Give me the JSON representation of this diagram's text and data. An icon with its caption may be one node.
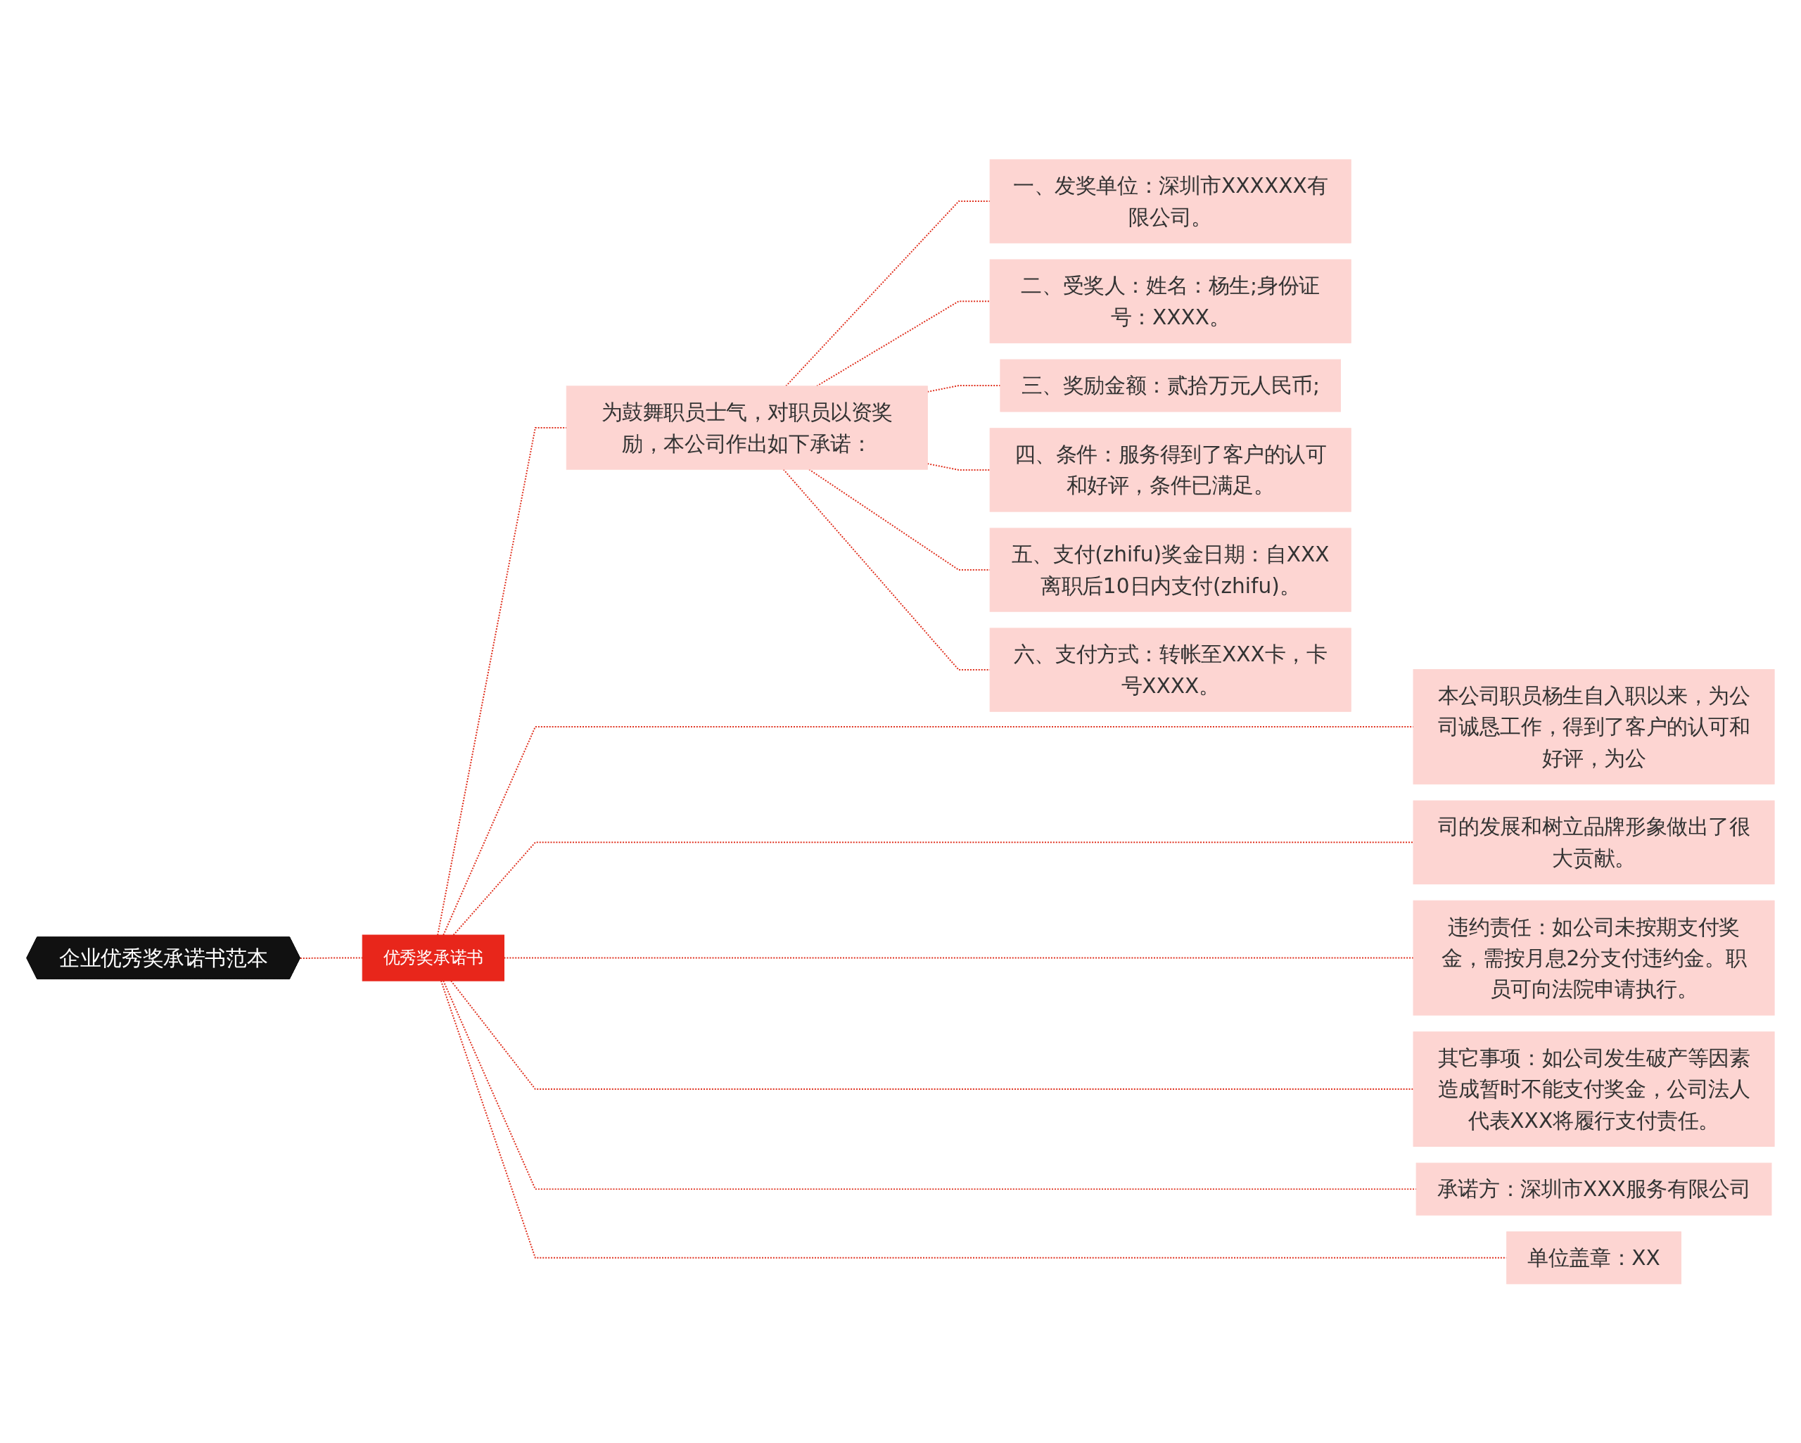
{
  "diagram": {
    "nodes": [
      {
        "text": [
          "企业优秀奖承诺书范本"
        ]
      },
      {
        "text": [
          "优秀奖承诺书"
        ]
      },
      {
        "text": [
          "本公司职员杨生自入职以来，为公司诚恳工作，得到了客户的认可和好评，为公"
        ]
      },
      {
        "text": [
          "司的发展和树立品牌形象做出了很大贡献。"
        ]
      },
      {
        "text": [
          "为鼓舞职员士气，对职员以资奖励，本公司作出如下承诺："
        ]
      },
      {
        "text": [
          "一、发奖单位：深圳市XXXXXX有限公司。"
        ]
      },
      {
        "text": [
          "二、受奖人：姓名：杨生;身份证号：XXXX。"
        ]
      },
      {
        "text": [
          "三、奖励金额：贰拾万元人民币;"
        ]
      },
      {
        "text": [
          "四、条件：服务得到了客户的认可和好评，条件已满足。"
        ]
      },
      {
        "text": [
          "五、支付(zhifu)奖金日期：自XXX离职后10日内支付(zhifu)。"
        ]
      },
      {
        "text": [
          "六、支付方式：转帐至XXX卡，卡号XXXX。"
        ]
      },
      {
        "text": [
          "违约责任：如公司未按期支付奖金，需按月息2分支付违约金。职员可向法院申请执行。"
        ]
      },
      {
        "text": [
          "其它事项：如公司发生破产等因素造成暂时不能支付奖金，公司法人代表XXX将履行支付责任。"
        ]
      },
      {
        "text": [
          "承诺方：深圳市XXX服务有限公司"
        ]
      },
      {
        "text": [
          "单位盖章：XX"
        ]
      }
    ],
    "edges": [
      {
        "from": 0,
        "to": 1,
        "arrow": "none",
        "style": "dashed"
      },
      {
        "from": 1,
        "to": 2,
        "arrow": "none",
        "style": "dashed"
      },
      {
        "from": 1,
        "to": 3,
        "arrow": "none",
        "style": "dashed"
      },
      {
        "from": 1,
        "to": 4,
        "arrow": "none",
        "style": "dashed"
      },
      {
        "from": 4,
        "to": 5,
        "arrow": "none",
        "style": "dashed"
      },
      {
        "from": 4,
        "to": 6,
        "arrow": "none",
        "style": "dashed"
      },
      {
        "from": 4,
        "to": 7,
        "arrow": "none",
        "style": "dashed"
      },
      {
        "from": 4,
        "to": 8,
        "arrow": "none",
        "style": "dashed"
      },
      {
        "from": 4,
        "to": 9,
        "arrow": "none",
        "style": "dashed"
      },
      {
        "from": 4,
        "to": 10,
        "arrow": "none",
        "style": "dashed"
      },
      {
        "from": 1,
        "to": 11,
        "arrow": "none",
        "style": "dashed"
      },
      {
        "from": 1,
        "to": 12,
        "arrow": "none",
        "style": "dashed"
      },
      {
        "from": 1,
        "to": 13,
        "arrow": "none",
        "style": "dashed"
      },
      {
        "from": 1,
        "to": 14,
        "arrow": "none",
        "style": "dashed"
      }
    ]
  }
}
